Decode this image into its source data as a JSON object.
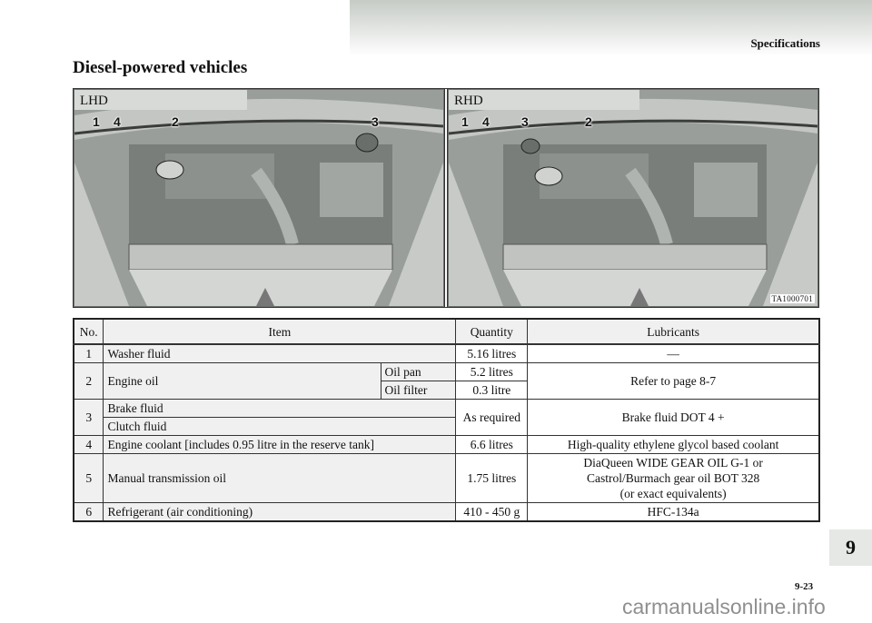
{
  "header": {
    "title": "Specifications"
  },
  "section_title": "Diesel-powered vehicles",
  "figure": {
    "panels": [
      {
        "label": "LHD",
        "callouts": [
          "1",
          "4",
          "2",
          "3"
        ]
      },
      {
        "label": "RHD",
        "callouts": [
          "1",
          "4",
          "3",
          "2"
        ]
      }
    ],
    "code": "TA1000701"
  },
  "table": {
    "headers": [
      "No.",
      "Item",
      "Quantity",
      "Lubricants"
    ],
    "rows": {
      "r1": {
        "no": "1",
        "item": "Washer fluid",
        "qty": "5.16 litres",
        "lub": "—"
      },
      "r2": {
        "no": "2",
        "item": "Engine oil",
        "sub": [
          {
            "part": "Oil pan",
            "qty": "5.2 litres"
          },
          {
            "part": "Oil filter",
            "qty": "0.3 litre"
          }
        ],
        "lub": "Refer to page 8-7"
      },
      "r3": {
        "no": "3",
        "items": [
          "Brake fluid",
          "Clutch fluid"
        ],
        "qty": "As required",
        "lub": "Brake fluid DOT 4 +"
      },
      "r4": {
        "no": "4",
        "item": "Engine coolant [includes 0.95 litre in the reserve tank]",
        "qty": "6.6 litres",
        "lub": "High-quality ethylene glycol based coolant"
      },
      "r5": {
        "no": "5",
        "item": "Manual transmission oil",
        "qty": "1.75 litres",
        "lub_lines": [
          "DiaQueen WIDE GEAR OIL G-1 or",
          "Castrol/Burmach gear oil BOT 328",
          "(or exact equivalents)"
        ]
      },
      "r6": {
        "no": "6",
        "item": "Refrigerant (air conditioning)",
        "qty": "410 - 450 g",
        "lub": "HFC-134a"
      }
    }
  },
  "chapter_tab": "9",
  "page_number": "9-23",
  "watermark": "carmanualsonline.info"
}
